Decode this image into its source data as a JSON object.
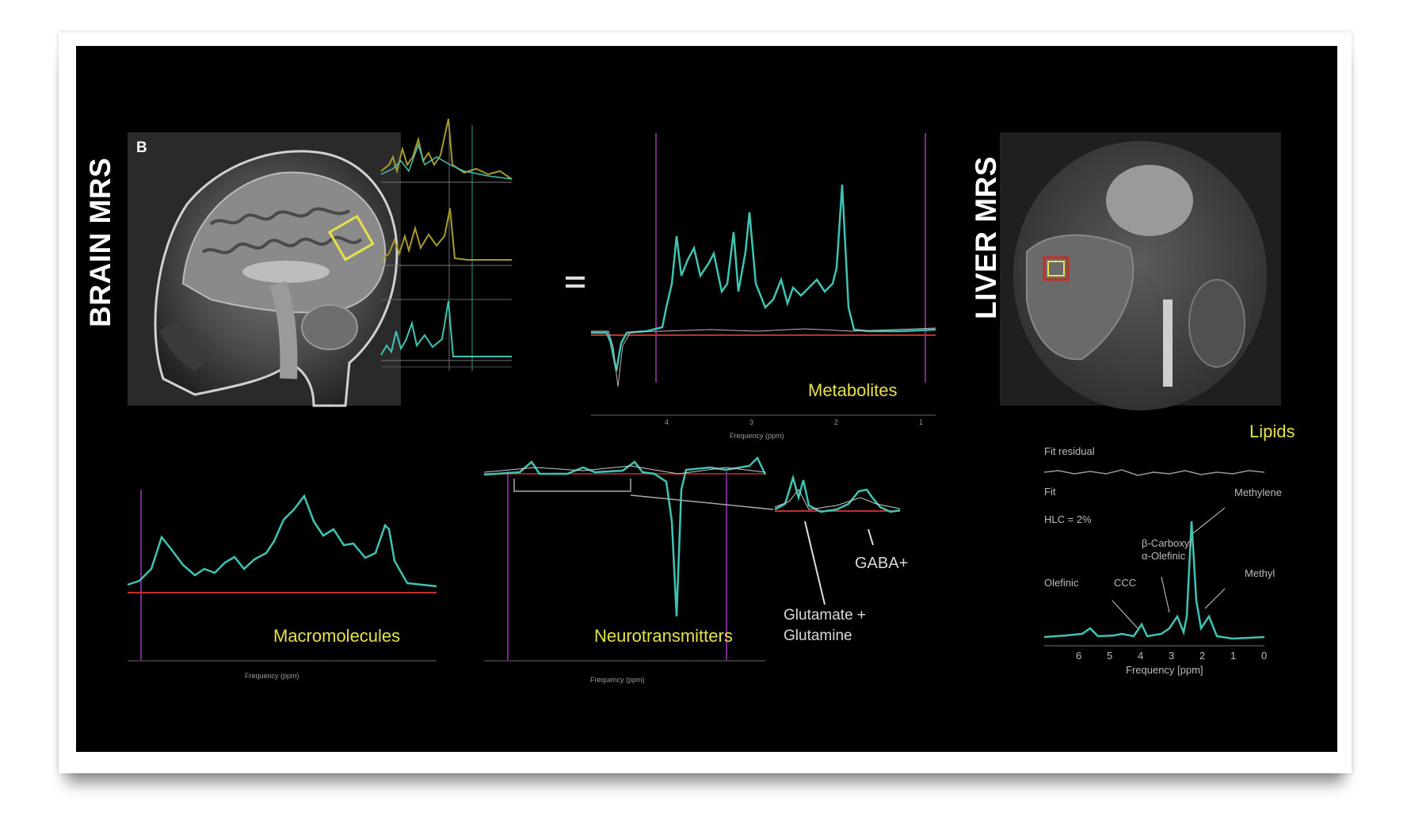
{
  "brain": {
    "title": "BRAIN MRS",
    "panel_letter": "B",
    "metabolites_label": "Metabolites",
    "macromolecules_label": "Macromolecules",
    "neurotransmitters_label": "Neurotransmitters",
    "gaba_label": "GABA+",
    "glx_label": "Glutamate +\nGlutamine",
    "equals": "=",
    "frequency_label": "Frequency (ppm)",
    "metabolites_ticks": [
      "4",
      "3",
      "2",
      "1"
    ]
  },
  "liver": {
    "title": "LIVER MRS",
    "lipids_label": "Lipids",
    "fit_residual": "Fit residual",
    "fit": "Fit",
    "hlc": "HLC = 2%",
    "methylene": "Methylene",
    "beta_carboxyl": "β-Carboxyl\nα-Olefinic",
    "methyl": "Methyl",
    "olefinic": "Olefinic",
    "ccc": "CCC",
    "frequency_label": "Frequency [ppm]",
    "ticks": [
      "6",
      "5",
      "4",
      "3",
      "2",
      "1",
      "0"
    ]
  },
  "colors": {
    "spectrum": "#3fc4b4",
    "olive": "#a89a2c",
    "baseline": "#c0302a",
    "ppm_line": "#7a2a8c",
    "roi": "#e6e04a"
  }
}
